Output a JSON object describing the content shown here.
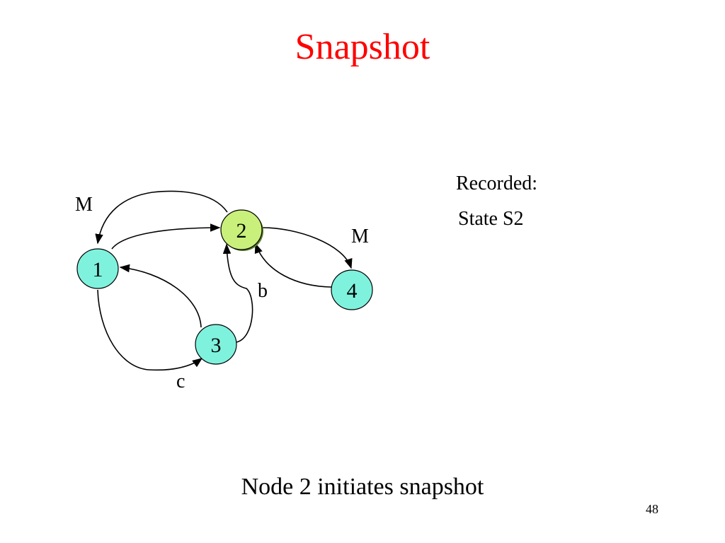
{
  "slide": {
    "title": "Snapshot",
    "caption": "Node 2 initiates snapshot",
    "page_number": "48"
  },
  "recorded": {
    "heading": "Recorded:",
    "items": [
      "State S2"
    ]
  },
  "diagram": {
    "nodes": [
      {
        "id": "1",
        "label": "1",
        "fill": "#7ff2de",
        "initiator": false
      },
      {
        "id": "2",
        "label": "2",
        "fill": "#c9f07a",
        "initiator": true
      },
      {
        "id": "3",
        "label": "3",
        "fill": "#7ff2de",
        "initiator": false
      },
      {
        "id": "4",
        "label": "4",
        "fill": "#7ff2de",
        "initiator": false
      }
    ],
    "edges": [
      {
        "from": "2",
        "to": "1",
        "label": "M"
      },
      {
        "from": "1",
        "to": "2",
        "label": ""
      },
      {
        "from": "2",
        "to": "4",
        "label": "M"
      },
      {
        "from": "4",
        "to": "2",
        "label": ""
      },
      {
        "from": "3",
        "to": "2",
        "label": "b"
      },
      {
        "from": "3",
        "to": "1",
        "label": ""
      },
      {
        "from": "1",
        "to": "3",
        "label": "c"
      }
    ]
  }
}
